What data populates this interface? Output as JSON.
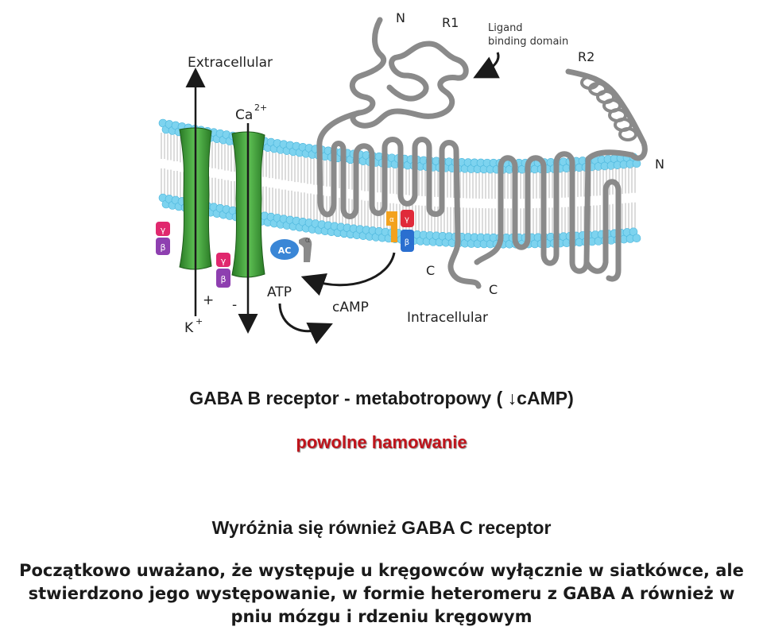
{
  "diagram": {
    "labels": {
      "extracellular": "Extracellular",
      "intracellular": "Intracellular",
      "ca": "Ca",
      "ca_sup": "2+",
      "k": "K",
      "k_sup": "+",
      "plus": "+",
      "minus": "-",
      "atp": "ATP",
      "camp": "cAMP",
      "ac": "AC",
      "alpha": "α",
      "beta": "β",
      "gamma": "γ",
      "n_r1": "N",
      "n_r2": "N",
      "r1": "R1",
      "r2": "R2",
      "c_r1": "C",
      "c_r2": "C",
      "ligand_line1": "Ligand",
      "ligand_line2": "binding domain"
    },
    "colors": {
      "lipid_head": "#7dd3ef",
      "channel": "#3a9b34",
      "receptor": "#8a8a8a",
      "g_gamma": "#e0286e",
      "g_beta": "#8e3fb0",
      "g_alpha_red": "#e02a3a",
      "g_beta_blue": "#2a6fd0",
      "g_alpha_orange": "#f3a21e",
      "ac": "#3a86d6"
    }
  },
  "captions": {
    "title": "GABA B receptor  - metabotropowy ( ↓cAMP)",
    "subtitle": "powolne hamowanie",
    "gaba_c": "Wyróżnia się również GABA C receptor",
    "para_line1": "Początkowo uważano, że występuje u kręgowców wyłącznie w siatkówce, ale",
    "para_line2": "stwierdzono jego występowanie, w formie heteromeru z GABA A również w",
    "para_line3": "pniu mózgu i rdzeniu kręgowym"
  }
}
